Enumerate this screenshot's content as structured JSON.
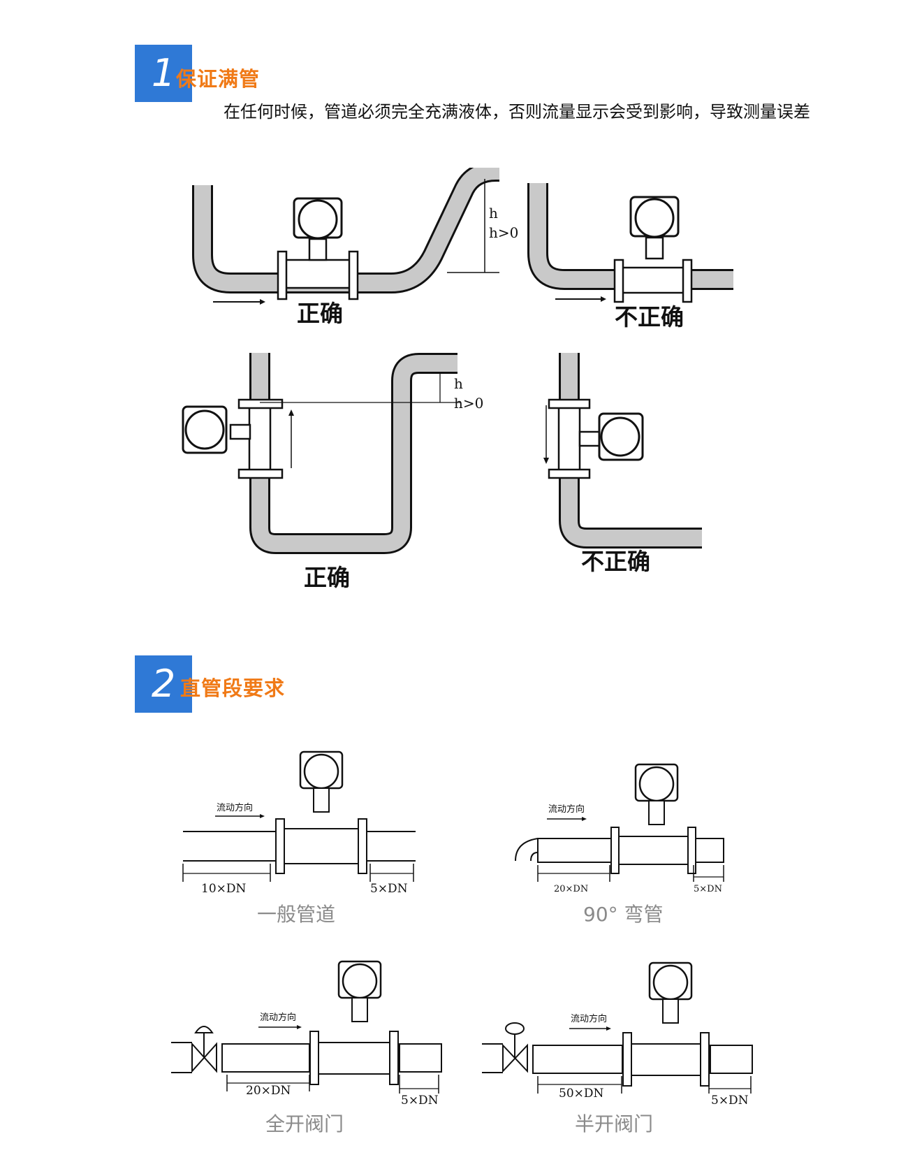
{
  "section1": {
    "number": "1",
    "title": "保证满管",
    "description": "在任何时候，管道必须完全充满液体，否则流量显示会受到影响，导致测量误差",
    "diagrams": {
      "top_left_caption": "正确",
      "top_right_caption": "不正确",
      "bottom_left_caption": "正确",
      "bottom_right_caption": "不正确",
      "height_label": "h",
      "height_condition": "h>0"
    }
  },
  "section2": {
    "number": "2",
    "title": "直管段要求",
    "flow_label": "流动方向",
    "diagrams": [
      {
        "caption": "一般管道",
        "upstream": "10×DN",
        "downstream": "5×DN"
      },
      {
        "caption": "90° 弯管",
        "upstream": "20×DN",
        "downstream": "5×DN"
      },
      {
        "caption": "全开阀门",
        "upstream": "20×DN",
        "downstream": "5×DN"
      },
      {
        "caption": "半开阀门",
        "upstream": "50×DN",
        "downstream": "5×DN"
      }
    ]
  },
  "colors": {
    "badge": "#2f79d6",
    "title": "#f07a17",
    "pipe": "#c9c9c9"
  }
}
